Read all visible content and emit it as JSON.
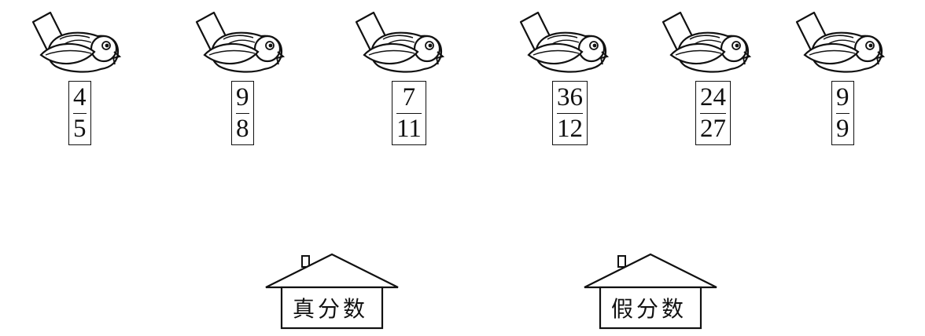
{
  "birds": [
    {
      "numerator": "4",
      "denominator": "5"
    },
    {
      "numerator": "9",
      "denominator": "8"
    },
    {
      "numerator": "7",
      "denominator": "11"
    },
    {
      "numerator": "36",
      "denominator": "12"
    },
    {
      "numerator": "24",
      "denominator": "27"
    },
    {
      "numerator": "9",
      "denominator": "9"
    }
  ],
  "houses": {
    "proper": {
      "label": "真分数"
    },
    "improper": {
      "label": "假分数"
    }
  }
}
